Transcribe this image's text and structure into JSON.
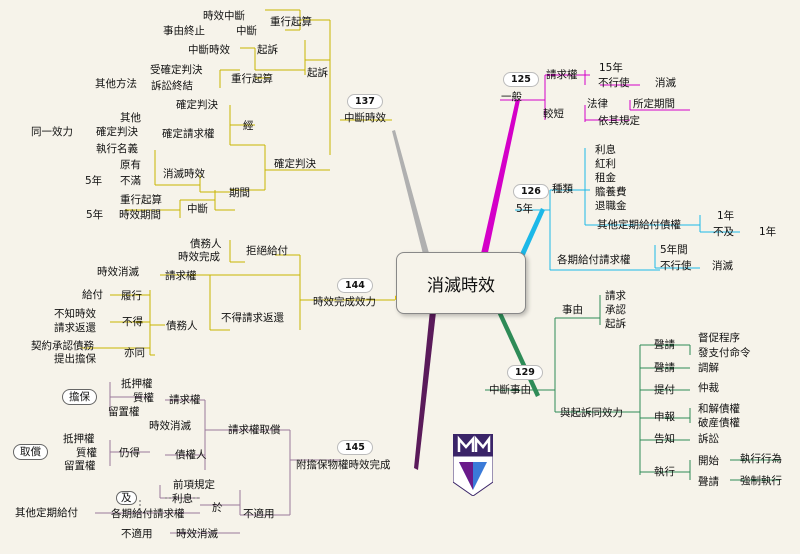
{
  "center": "消滅時效",
  "badges": {
    "b137": "137",
    "b144": "144",
    "b145": "145",
    "b125": "125",
    "b126": "126",
    "b129": "129"
  },
  "tl": {
    "interruption": "中斷時效",
    "n1": "時效中斷",
    "n2": "重行起算",
    "n3": "事由終止",
    "n4": "中斷",
    "n5": "中斷時效",
    "n6": "起訴",
    "n7": "起訴",
    "n8": "受確定判決",
    "n9": "重行起算",
    "n10": "其他方法",
    "n11": "訴訟終結",
    "n12": "確定判決",
    "n13": "其他",
    "n14": "經",
    "n15": "同一效力",
    "n16": "確定判決",
    "n17": "確定請求權",
    "n18": "執行名義",
    "n19": "確定判決",
    "n20": "原有",
    "n21": "消滅時效",
    "n22": "5年",
    "n23": "不滿",
    "n24": "期間",
    "n25": "重行起算",
    "n26": "中斷",
    "n27": "5年",
    "n28": "時效期間"
  },
  "left": {
    "main": "時效完成效力",
    "n1": "債務人",
    "n2": "拒絕給付",
    "n3": "時效完成",
    "n4": "時效消滅",
    "n5": "請求權",
    "n6": "給付",
    "n7": "履行",
    "n8": "不得請求返還",
    "n9": "不知時效",
    "n10": "不得",
    "n11": "債務人",
    "n12": "請求返還",
    "n13": "契約承認債務",
    "n14": "亦同",
    "n15": "提出擔保"
  },
  "ll": {
    "main": "附擔保物權時效完成",
    "n1": "抵押權",
    "n2": "擔保",
    "n3": "質權",
    "n4": "請求權",
    "n5": "留置權",
    "n6": "請求權取償",
    "n7": "時效消滅",
    "n8": "抵押權",
    "n9": "取償",
    "n10": "質權",
    "n11": "仍得",
    "n12": "債權人",
    "n13": "留置權",
    "n14": "前項規定",
    "n15": "及",
    "n16": "利息",
    "n17": "於",
    "n18": "其他定期給付",
    "n19": "各期給付請求權",
    "n20": "不適用",
    "n21": "不適用",
    "n22": "時效消滅"
  },
  "tr": {
    "general": "一般",
    "n1": "請求權",
    "n2": "15年",
    "n3": "不行使",
    "n4": "消滅",
    "n5": "法律",
    "n6": "所定期間",
    "n7": "較短",
    "n8": "依其規定"
  },
  "r": {
    "five": "5年",
    "n1": "種類",
    "n2": "利息",
    "n3": "紅利",
    "n4": "租金",
    "n5": "贍養費",
    "n6": "退職金",
    "n7": "1年",
    "n8": "其他定期給付債權",
    "n9": "不及",
    "n10": "1年",
    "n11": "5年間",
    "n12": "各期給付請求權",
    "n13": "不行使",
    "n14": "消滅"
  },
  "lr": {
    "main": "中斷事由",
    "n1": "請求",
    "n2": "事由",
    "n3": "承認",
    "n4": "起訴",
    "n5": "督促程序",
    "n6": "聲請",
    "n7": "發支付命令",
    "n8": "聲請",
    "n9": "調解",
    "n10": "提付",
    "n11": "仲裁",
    "n12": "與起訴同效力",
    "n13": "和解債權",
    "n14": "申報",
    "n15": "破産債權",
    "n16": "告知",
    "n17": "訴訟",
    "n18": "開始",
    "n19": "執行行為",
    "n20": "執行",
    "n21": "聲請",
    "n22": "強制執行"
  }
}
